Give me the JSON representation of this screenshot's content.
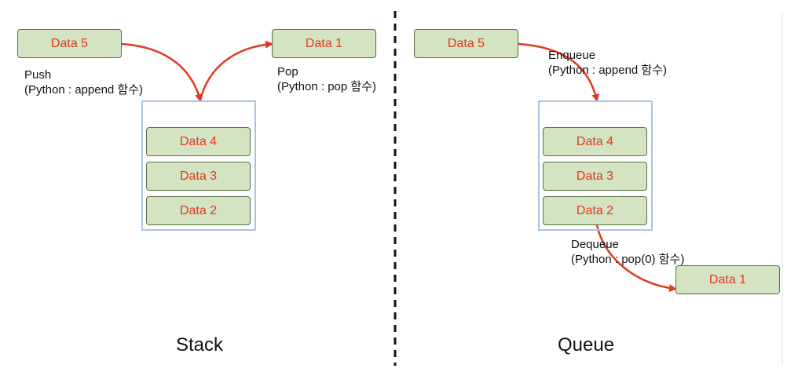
{
  "stack": {
    "title": "Stack",
    "incoming": "Data 5",
    "outgoing": "Data 1",
    "items": [
      "Data 4",
      "Data 3",
      "Data 2"
    ],
    "push_label": "Push",
    "push_detail": "(Python : append 함수)",
    "pop_label": "Pop",
    "pop_detail": "(Python : pop 함수)"
  },
  "queue": {
    "title": "Queue",
    "incoming": "Data 5",
    "outgoing": "Data 1",
    "items": [
      "Data 4",
      "Data 3",
      "Data 2"
    ],
    "enqueue_label": "Enqueue",
    "enqueue_detail": "(Python : append 함수)",
    "dequeue_label": "Dequeue",
    "dequeue_detail": "(Python : pop(0) 함수)"
  },
  "colors": {
    "box_fill": "#d4e4c2",
    "box_border": "#5a6f47",
    "box_text": "#e03a1e",
    "container_border": "#a9c4e4",
    "arrow": "#e03a1e",
    "divider": "#111111"
  }
}
